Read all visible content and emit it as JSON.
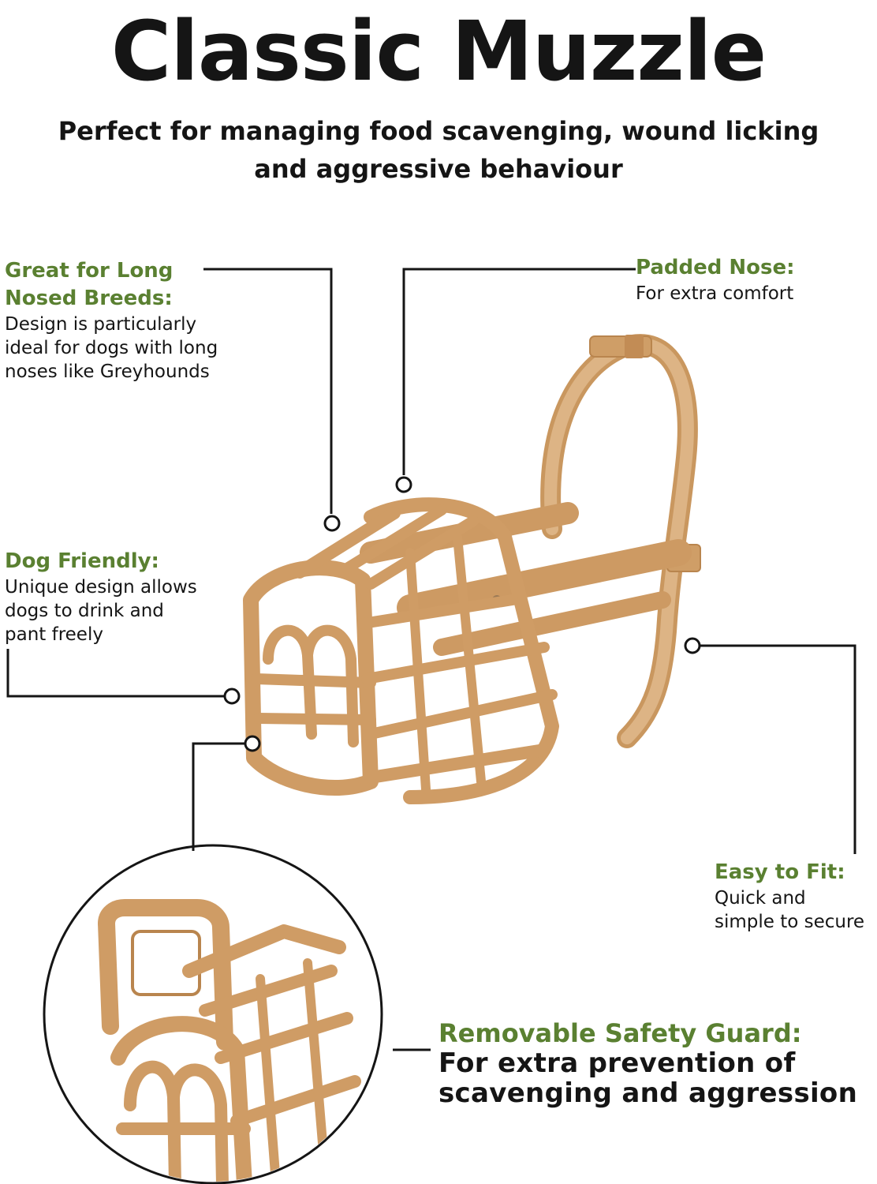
{
  "header": {
    "title": "Classic Muzzle",
    "subtitle_line1": "Perfect for managing food scavenging, wound licking",
    "subtitle_line2": "and aggressive behaviour"
  },
  "features": {
    "long_nose": {
      "heading_line1": "Great for Long",
      "heading_line2": "Nosed Breeds:",
      "body_line1": "Design is particularly",
      "body_line2": "ideal for dogs with long",
      "body_line3": "noses like Greyhounds"
    },
    "padded_nose": {
      "heading": "Padded Nose:",
      "body": "For extra comfort"
    },
    "dog_friendly": {
      "heading": "Dog Friendly:",
      "body_line1": "Unique design allows",
      "body_line2": "dogs to drink and",
      "body_line3": "pant freely"
    },
    "easy_fit": {
      "heading": "Easy to Fit:",
      "body_line1": "Quick and",
      "body_line2": "simple to secure"
    },
    "safety_guard": {
      "heading": "Removable Safety Guard:",
      "body_line1": "For extra prevention of",
      "body_line2": "scavenging and aggression"
    }
  },
  "colors": {
    "heading_green": "#5a8031",
    "muzzle_tan": "#d2a06a",
    "line_black": "#151515"
  }
}
